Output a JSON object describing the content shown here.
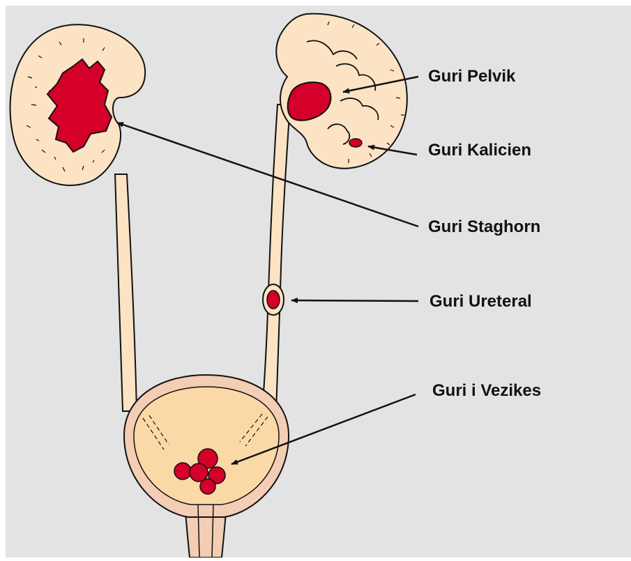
{
  "labels": {
    "pelvic": "Guri Pelvik",
    "calyceal": "Guri Kalicien",
    "staghorn": "Guri Staghorn",
    "ureteral": "Guri Ureteral",
    "bladder": "Guri i Vezikes"
  },
  "colors": {
    "background": "#e3e3e3",
    "tissue": "#fbe3c3",
    "stone": "#d4002a",
    "bladder_wall": "#f3cdb4",
    "bladder_lumen": "#fbd9a6",
    "outline": "#111111"
  }
}
